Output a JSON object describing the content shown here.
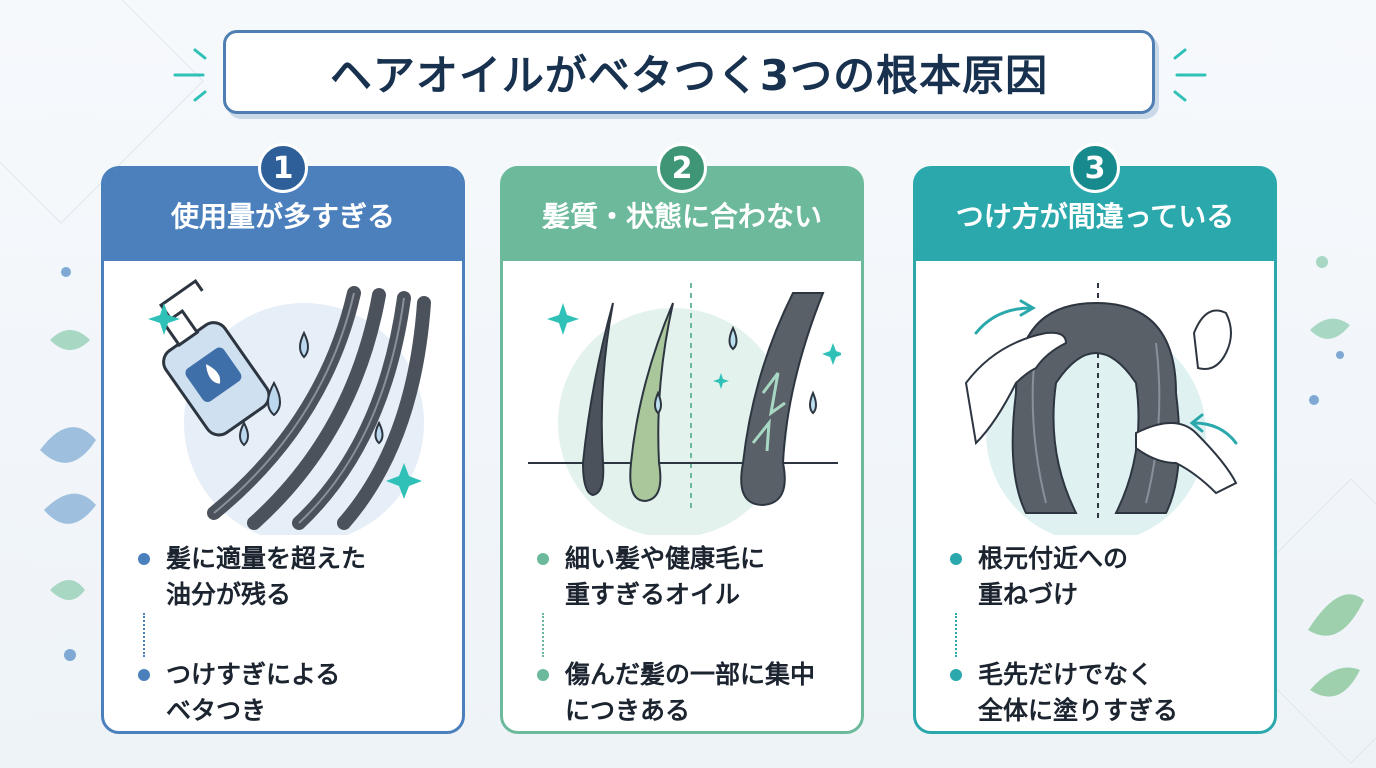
{
  "title": "ヘアオイルがベタつく3つの根本原因",
  "cards": [
    {
      "number": "1",
      "heading": "使用量が多すぎる",
      "illustration": "oil-bottle-dripping-on-hair",
      "points": [
        "髪に適量を超えた\n油分が残る",
        "つけすぎによる\nベタつき"
      ]
    },
    {
      "number": "2",
      "heading": "髪質・状態に合わない",
      "illustration": "fine-healthy-and-damaged-hair-strands",
      "points": [
        "細い髪や健康毛に\n重すぎるオイル",
        "傷んだ髪の一部に集中\nにつきある"
      ]
    },
    {
      "number": "3",
      "heading": "つけ方が間違っている",
      "illustration": "hands-applying-oil-to-hair",
      "points": [
        "根元付近への\n重ねづけ",
        "毛先だけでなく\n全体に塗りすぎる"
      ]
    }
  ],
  "colors": {
    "card1": "#4b80bd",
    "card2": "#6cba9b",
    "card3": "#2aa8ac",
    "title_border": "#4f7fb2",
    "title_text": "#17314f",
    "hair": "#5a6068"
  }
}
